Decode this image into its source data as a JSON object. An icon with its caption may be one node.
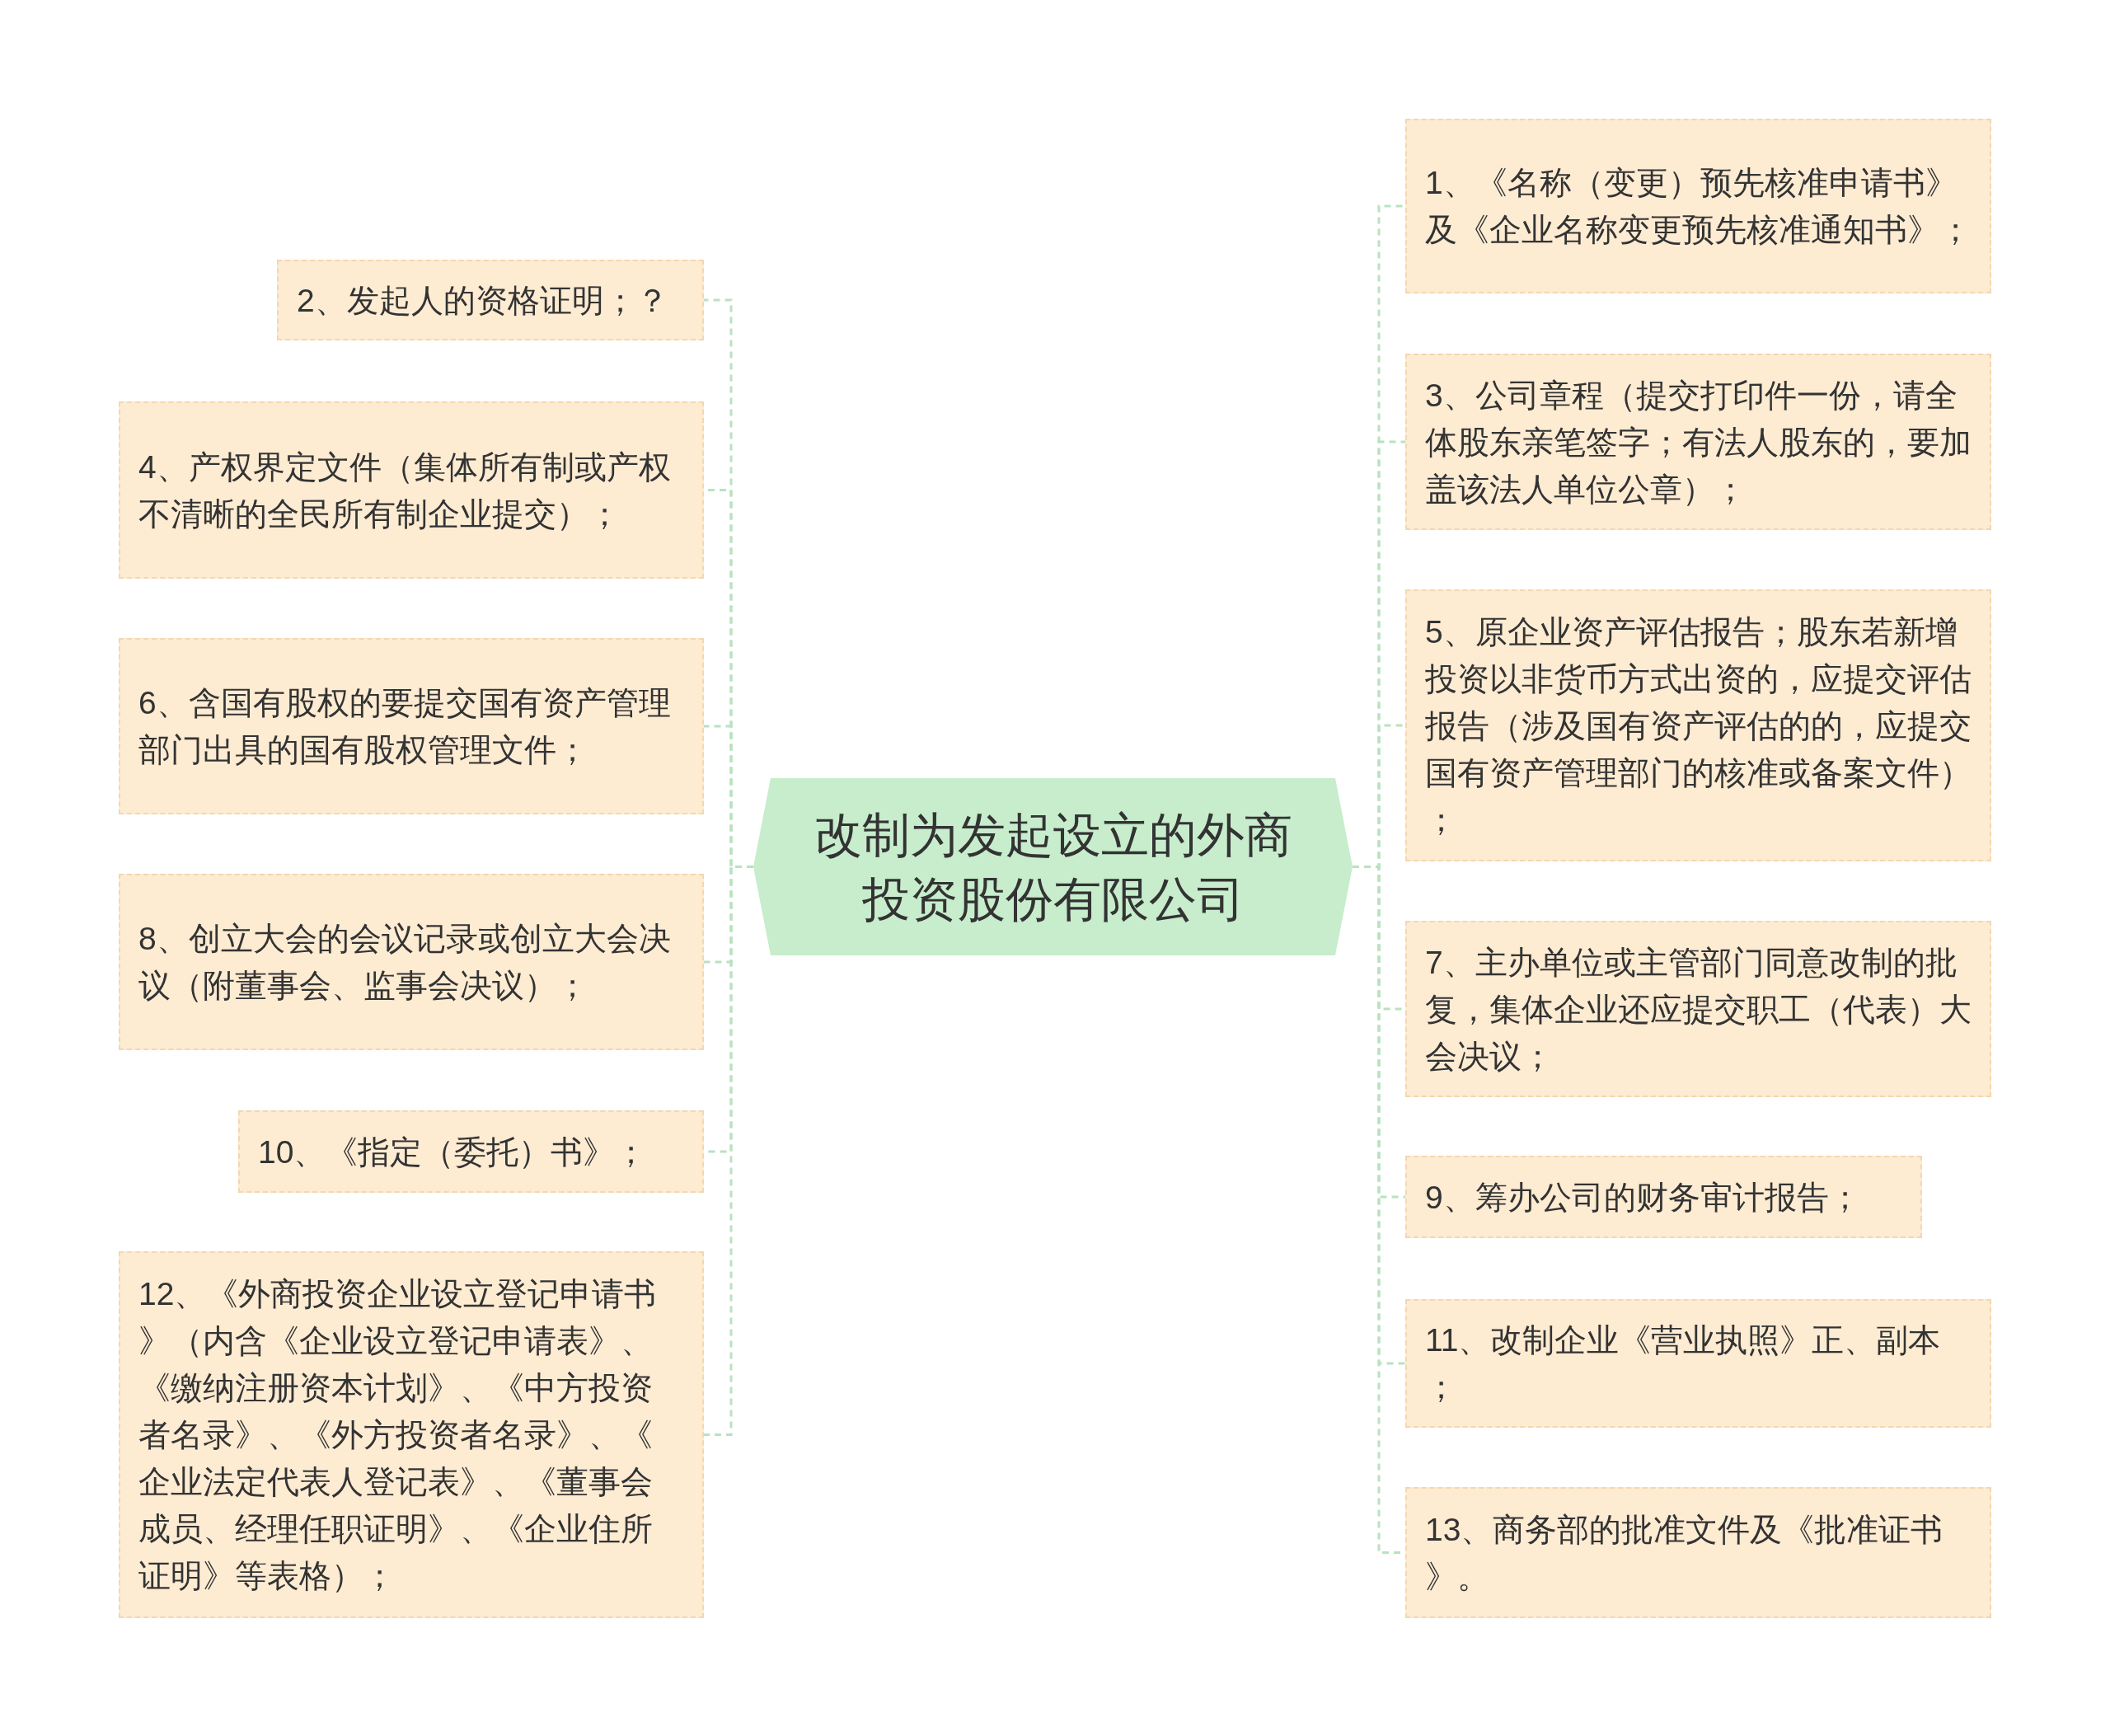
{
  "diagram": {
    "nodes": [
      {
        "text": [
          "改制为发起设立的外商投资股份有限公司"
        ]
      },
      {
        "text": [
          "2、发起人的资格证明；？"
        ]
      },
      {
        "text": [
          "4、产权界定文件（集体所有制或产权不清晰的全民所有制企业提交）；"
        ]
      },
      {
        "text": [
          "6、含国有股权的要提交国有资产管理部门出具的国有股权管理文件；"
        ]
      },
      {
        "text": [
          "8、创立大会的会议记录或创立大会决议（附董事会、监事会决议）；"
        ]
      },
      {
        "text": [
          "10、《指定（委托）书》；"
        ]
      },
      {
        "text": [
          "12、《外商投资企业设立登记申请书》（内含《企业设立登记申请表》、《缴纳注册资本计划》、《中方投资者名录》、《外方投资者名录》、《企业法定代表人登记表》、《董事会成员、经理任职证明》、《企业住所证明》等表格）；"
        ]
      },
      {
        "text": [
          "1、《名称（变更）预先核准申请书》及《企业名称变更预先核准通知书》；"
        ]
      },
      {
        "text": [
          "3、公司章程（提交打印件一份，请全体股东亲笔签字；有法人股东的，要加盖该法人单位公章）；"
        ]
      },
      {
        "text": [
          "5、原企业资产评估报告；股东若新增投资以非货币方式出资的，应提交评估报告（涉及国有资产评估的的，应提交国有资产管理部门的核准或备案文件）；"
        ]
      },
      {
        "text": [
          "7、主办单位或主管部门同意改制的批复，集体企业还应提交职工（代表）大会决议；"
        ]
      },
      {
        "text": [
          "9、筹办公司的财务审计报告；"
        ]
      },
      {
        "text": [
          "11、改制企业《营业执照》正、副本；"
        ]
      },
      {
        "text": [
          "13、商务部的批准文件及《批准证书》。"
        ]
      }
    ],
    "edges": [
      {
        "from": 0,
        "to": 1,
        "arrow": "none",
        "style": "dashed"
      },
      {
        "from": 0,
        "to": 2,
        "arrow": "none",
        "style": "dashed"
      },
      {
        "from": 0,
        "to": 3,
        "arrow": "none",
        "style": "dashed"
      },
      {
        "from": 0,
        "to": 4,
        "arrow": "none",
        "style": "dashed"
      },
      {
        "from": 0,
        "to": 5,
        "arrow": "none",
        "style": "dashed"
      },
      {
        "from": 0,
        "to": 6,
        "arrow": "none",
        "style": "dashed"
      },
      {
        "from": 0,
        "to": 7,
        "arrow": "none",
        "style": "dashed"
      },
      {
        "from": 0,
        "to": 8,
        "arrow": "none",
        "style": "dashed"
      },
      {
        "from": 0,
        "to": 9,
        "arrow": "none",
        "style": "dashed"
      },
      {
        "from": 0,
        "to": 10,
        "arrow": "none",
        "style": "dashed"
      },
      {
        "from": 0,
        "to": 11,
        "arrow": "none",
        "style": "dashed"
      },
      {
        "from": 0,
        "to": 12,
        "arrow": "none",
        "style": "dashed"
      },
      {
        "from": 0,
        "to": 13,
        "arrow": "none",
        "style": "dashed"
      }
    ]
  }
}
